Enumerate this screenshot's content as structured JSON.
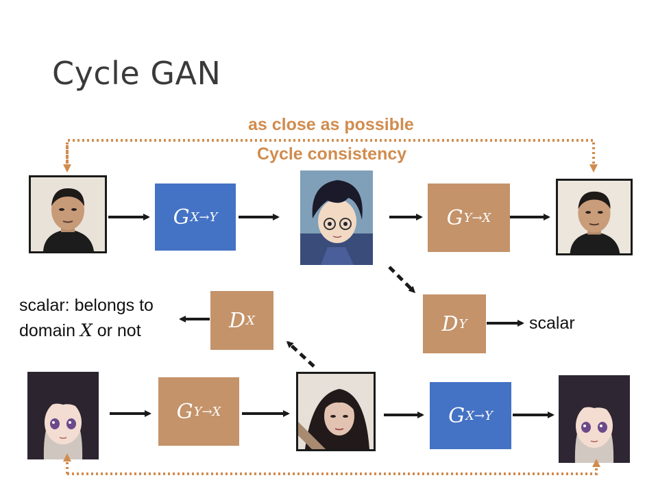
{
  "title": "Cycle GAN",
  "top_note": {
    "line1": "as close as possible",
    "line2": "Cycle consistency"
  },
  "generators": {
    "g_xy_top": {
      "main": "G",
      "sub": "X→Y"
    },
    "g_yx_top": {
      "main": "G",
      "sub": "Y→X"
    },
    "g_yx_bottom": {
      "main": "G",
      "sub": "Y→X"
    },
    "g_xy_bottom": {
      "main": "G",
      "sub": "X→Y"
    }
  },
  "discriminators": {
    "d_x": {
      "main": "D",
      "sub": "X"
    },
    "d_y": {
      "main": "D",
      "sub": "Y"
    }
  },
  "labels": {
    "scalar_left_line1": "scalar: belongs to",
    "scalar_left_line2_a": "domain",
    "scalar_left_line2_sym": "X",
    "scalar_left_line2_b": "or not",
    "scalar_right": "scalar"
  },
  "colors": {
    "blue_box": "#4472c4",
    "tan_box": "#c4936a",
    "dotted_line": "#d08c4e",
    "arrow": "#1a1a1a"
  }
}
